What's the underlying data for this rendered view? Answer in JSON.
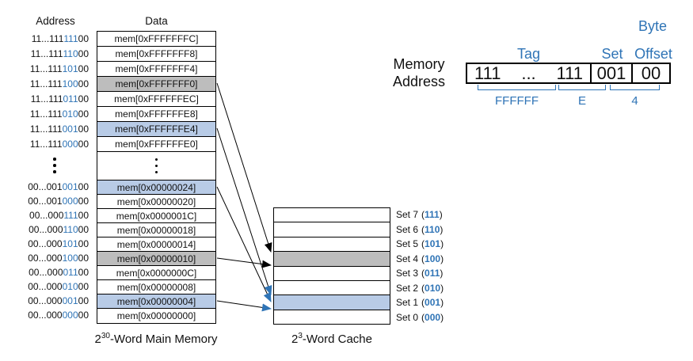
{
  "colors": {
    "accent_blue": "#2f74b6",
    "row_blue": "#b8cbe6",
    "row_gray": "#bdbdbd"
  },
  "memory": {
    "address_header": "Address",
    "data_header": "Data",
    "top_rows": [
      {
        "addr_pre": "11...111",
        "addr_set": "111",
        "addr_off": "00",
        "data": "mem[0xFFFFFFFC]",
        "highlight": "none"
      },
      {
        "addr_pre": "11...111",
        "addr_set": "110",
        "addr_off": "00",
        "data": "mem[0xFFFFFFF8]",
        "highlight": "none"
      },
      {
        "addr_pre": "11...111",
        "addr_set": "101",
        "addr_off": "00",
        "data": "mem[0xFFFFFFF4]",
        "highlight": "none"
      },
      {
        "addr_pre": "11...111",
        "addr_set": "100",
        "addr_off": "00",
        "data": "mem[0xFFFFFFF0]",
        "highlight": "gray"
      },
      {
        "addr_pre": "11...111",
        "addr_set": "011",
        "addr_off": "00",
        "data": "mem[0xFFFFFFEC]",
        "highlight": "none"
      },
      {
        "addr_pre": "11...111",
        "addr_set": "010",
        "addr_off": "00",
        "data": "mem[0xFFFFFFE8]",
        "highlight": "none"
      },
      {
        "addr_pre": "11...111",
        "addr_set": "001",
        "addr_off": "00",
        "data": "mem[0xFFFFFFE4]",
        "highlight": "blue"
      },
      {
        "addr_pre": "11...111",
        "addr_set": "000",
        "addr_off": "00",
        "data": "mem[0xFFFFFFE0]",
        "highlight": "none"
      }
    ],
    "bottom_rows": [
      {
        "addr_pre": "00...001",
        "addr_set": "001",
        "addr_off": "00",
        "data": "mem[0x00000024]",
        "highlight": "blue"
      },
      {
        "addr_pre": "00...001",
        "addr_set": "000",
        "addr_off": "00",
        "data": "mem[0x00000020]",
        "highlight": "none"
      },
      {
        "addr_pre": "00...000",
        "addr_set": "111",
        "addr_off": "00",
        "data": "mem[0x0000001C]",
        "highlight": "none"
      },
      {
        "addr_pre": "00...000",
        "addr_set": "110",
        "addr_off": "00",
        "data": "mem[0x00000018]",
        "highlight": "none"
      },
      {
        "addr_pre": "00...000",
        "addr_set": "101",
        "addr_off": "00",
        "data": "mem[0x00000014]",
        "highlight": "none"
      },
      {
        "addr_pre": "00...000",
        "addr_set": "100",
        "addr_off": "00",
        "data": "mem[0x00000010]",
        "highlight": "gray"
      },
      {
        "addr_pre": "00...000",
        "addr_set": "011",
        "addr_off": "00",
        "data": "mem[0x0000000C]",
        "highlight": "none"
      },
      {
        "addr_pre": "00...000",
        "addr_set": "010",
        "addr_off": "00",
        "data": "mem[0x00000008]",
        "highlight": "none"
      },
      {
        "addr_pre": "00...000",
        "addr_set": "001",
        "addr_off": "00",
        "data": "mem[0x00000004]",
        "highlight": "blue"
      },
      {
        "addr_pre": "00...000",
        "addr_set": "000",
        "addr_off": "00",
        "data": "mem[0x00000000]",
        "highlight": "none"
      }
    ],
    "caption": {
      "base": "2",
      "sup": "30",
      "rest": "-Word Main Memory"
    }
  },
  "cache": {
    "rows": [
      {
        "label": "Set 7",
        "bits": "111",
        "highlight": "none"
      },
      {
        "label": "Set 6",
        "bits": "110",
        "highlight": "none"
      },
      {
        "label": "Set 5",
        "bits": "101",
        "highlight": "none"
      },
      {
        "label": "Set 4",
        "bits": "100",
        "highlight": "gray"
      },
      {
        "label": "Set 3",
        "bits": "011",
        "highlight": "none"
      },
      {
        "label": "Set 2",
        "bits": "010",
        "highlight": "none"
      },
      {
        "label": "Set 1",
        "bits": "001",
        "highlight": "blue"
      },
      {
        "label": "Set 0",
        "bits": "000",
        "highlight": "none"
      }
    ],
    "paren_open": "(",
    "paren_close": ")",
    "caption": {
      "base": "2",
      "sup": "3",
      "rest": "-Word Cache"
    }
  },
  "address_breakdown": {
    "label_line1": "Memory",
    "label_line2": "Address",
    "byte_label": "Byte",
    "tag_label": "Tag",
    "set_label": "Set",
    "offset_label": "Offset",
    "tag_parts": [
      "111",
      "...",
      "111"
    ],
    "set_value": "001",
    "offset_value": "00",
    "hex_tag": "FFFFFF",
    "hex_mid": "E",
    "hex_low": "4"
  },
  "mappings": [
    {
      "from": "mem[0xFFFFFFF0]",
      "to": "Set 4",
      "color": "black"
    },
    {
      "from": "mem[0xFFFFFFE4]",
      "to": "Set 1",
      "color": "blue"
    },
    {
      "from": "mem[0x00000024]",
      "to": "Set 1",
      "color": "blue"
    },
    {
      "from": "mem[0x00000010]",
      "to": "Set 4",
      "color": "black"
    },
    {
      "from": "mem[0x00000004]",
      "to": "Set 1",
      "color": "blue"
    }
  ]
}
